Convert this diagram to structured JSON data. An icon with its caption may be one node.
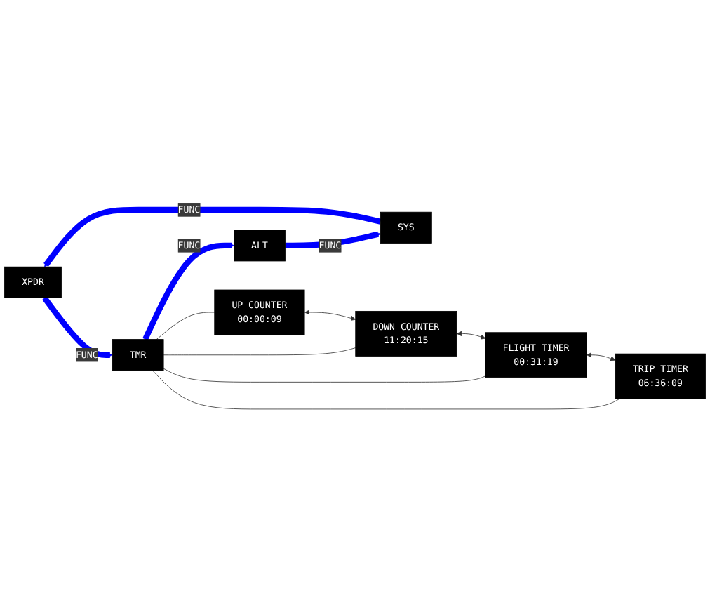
{
  "diagram": {
    "nodes": [
      {
        "text": [
          "XPDR"
        ]
      },
      {
        "text": [
          "TMR"
        ]
      },
      {
        "text": [
          "ALT"
        ]
      },
      {
        "text": [
          "SYS"
        ]
      },
      {
        "text": [
          "UP COUNTER",
          "00:00:09"
        ]
      },
      {
        "text": [
          "DOWN COUNTER",
          "11:20:15"
        ]
      },
      {
        "text": [
          "FLIGHT TIMER",
          "00:31:19"
        ]
      },
      {
        "text": [
          "TRIP TIMER",
          "06:36:09"
        ]
      }
    ],
    "edges": [
      {
        "from": 0,
        "to": 1,
        "arrow": "to",
        "label": "FUNC",
        "style": "thick",
        "color": "#0000ff"
      },
      {
        "from": 1,
        "to": 2,
        "arrow": "to",
        "label": "FUNC",
        "style": "thick",
        "color": "#0000ff"
      },
      {
        "from": 2,
        "to": 3,
        "arrow": "to",
        "label": "FUNC",
        "style": "thick",
        "color": "#0000ff"
      },
      {
        "from": 3,
        "to": 0,
        "arrow": "to",
        "label": "FUNC",
        "style": "thick",
        "color": "#0000ff"
      },
      {
        "from": 1,
        "to": 4,
        "arrow": "none"
      },
      {
        "from": 1,
        "to": 5,
        "arrow": "none"
      },
      {
        "from": 1,
        "to": 6,
        "arrow": "none"
      },
      {
        "from": 1,
        "to": 7,
        "arrow": "none"
      },
      {
        "from": 4,
        "to": 5,
        "arrow": "both"
      },
      {
        "from": 5,
        "to": 6,
        "arrow": "both"
      },
      {
        "from": 6,
        "to": 7,
        "arrow": "both"
      }
    ]
  }
}
